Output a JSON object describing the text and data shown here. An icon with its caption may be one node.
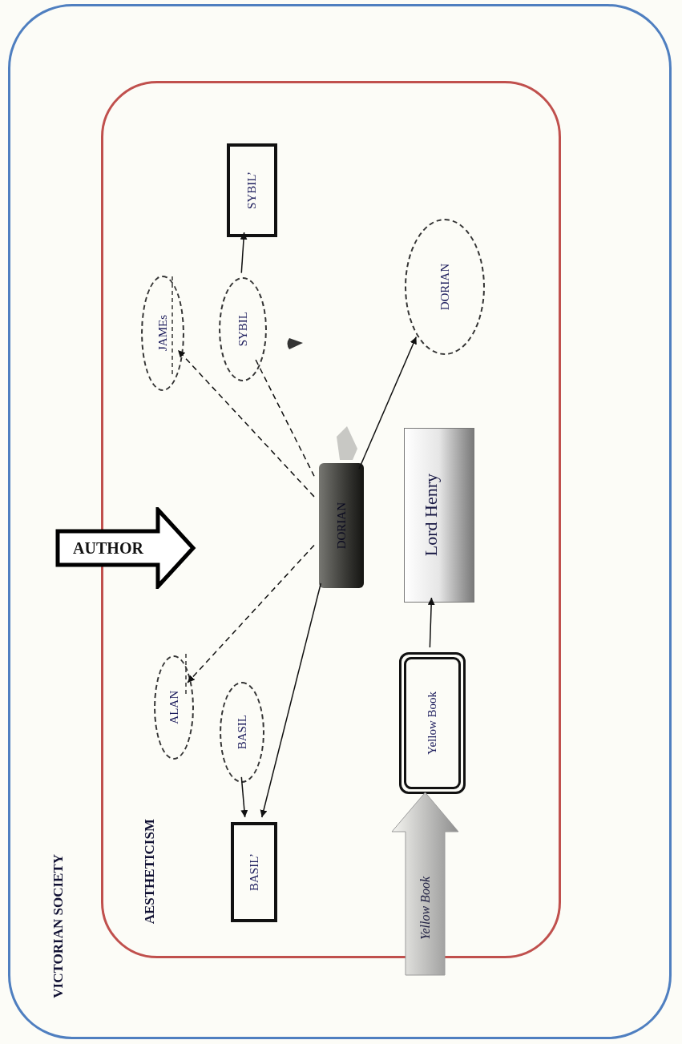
{
  "diagram": {
    "nodes": [
      {
        "text": [
          "VICTORIAN SOCIETY"
        ]
      },
      {
        "text": [
          "AESTHETICISM"
        ],
        "in": 0
      },
      {
        "text": [
          "AUTHOR"
        ],
        "in": 0
      },
      {
        "text": [
          "SYBIL’"
        ],
        "in": 1
      },
      {
        "text": [
          "JAMEs"
        ],
        "in": 1
      },
      {
        "text": [
          "SYBIL"
        ],
        "in": 1
      },
      {
        "text": [
          "DORIAN"
        ],
        "in": 1
      },
      {
        "text": [
          "DORIAN"
        ],
        "in": 1
      },
      {
        "text": [
          "Lord Henry"
        ],
        "in": 1
      },
      {
        "text": [
          "ALAN"
        ],
        "in": 1
      },
      {
        "text": [
          "BASIL"
        ],
        "in": 1
      },
      {
        "text": [
          "Yellow Book"
        ],
        "in": 1
      },
      {
        "text": [
          "BASIL’"
        ],
        "in": 1
      },
      {
        "text": [
          "Yellow Book"
        ],
        "in": 0
      }
    ],
    "edges": [
      {
        "from": 5,
        "to": 3,
        "arrow": "to"
      },
      {
        "from": 7,
        "to": 4,
        "arrow": "to",
        "style": "dashed"
      },
      {
        "from": 5,
        "to": 7,
        "arrow": "none",
        "style": "dashed"
      },
      {
        "from": 7,
        "to": 6,
        "arrow": "to"
      },
      {
        "from": 7,
        "to": 9,
        "arrow": "to",
        "style": "dashed"
      },
      {
        "from": 7,
        "to": 12,
        "arrow": "to"
      },
      {
        "from": 10,
        "to": 12,
        "arrow": "to"
      },
      {
        "from": 11,
        "to": 8,
        "arrow": "to"
      }
    ]
  }
}
